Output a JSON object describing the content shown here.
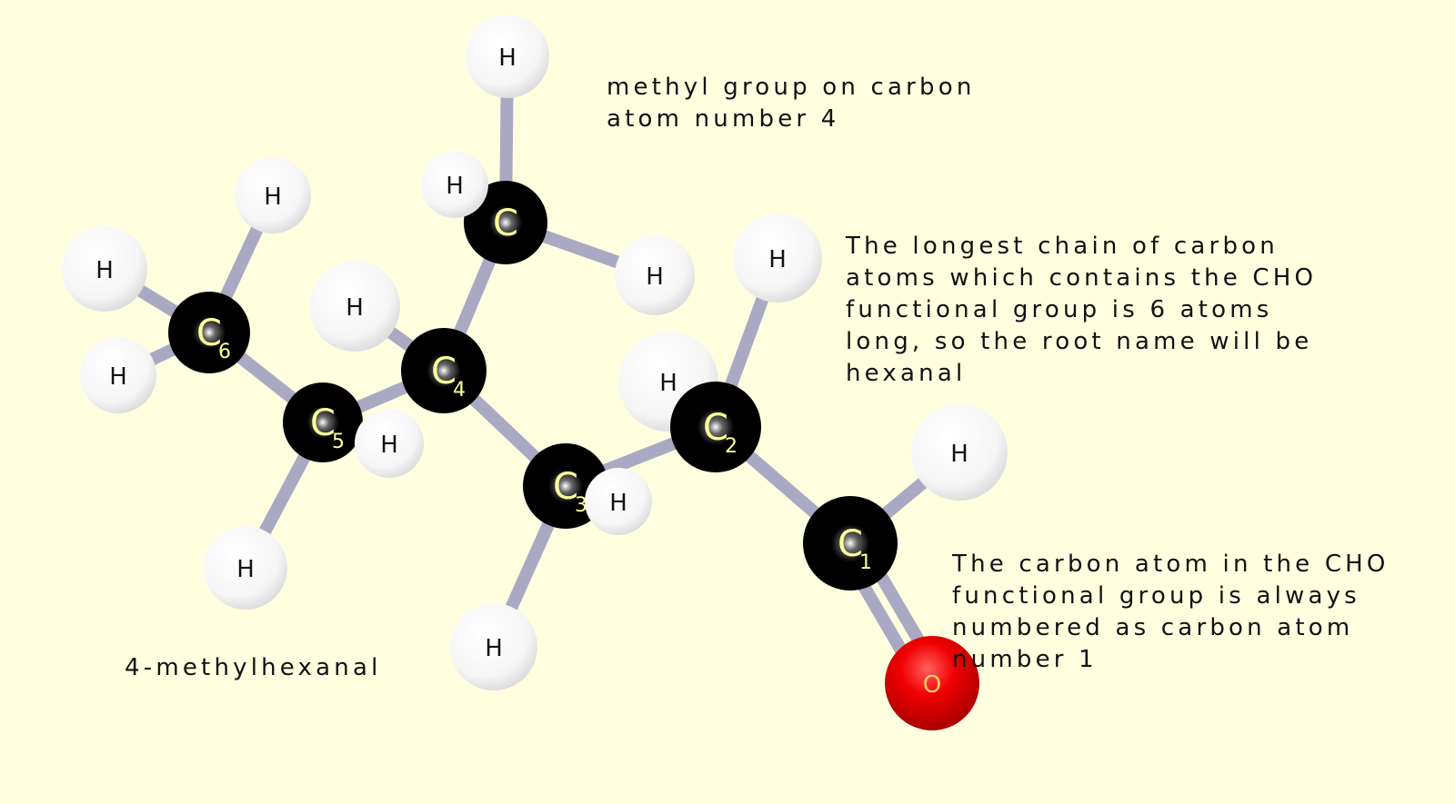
{
  "colors": {
    "background": "#ffffe0",
    "carbon": "#000000",
    "hydrogen": "#ffffff",
    "oxygen": "#e00000",
    "bond": "#a9a9c4",
    "carbon_label": "#ffff99"
  },
  "atoms": [
    {
      "element": "H",
      "index": ""
    },
    {
      "element": "C",
      "index": ""
    },
    {
      "element": "H",
      "index": ""
    },
    {
      "element": "H",
      "index": ""
    },
    {
      "element": "H",
      "index": ""
    },
    {
      "element": "H",
      "index": ""
    },
    {
      "element": "C",
      "index": "6"
    },
    {
      "element": "H",
      "index": ""
    },
    {
      "element": "H",
      "index": ""
    },
    {
      "element": "C",
      "index": "4"
    },
    {
      "element": "C",
      "index": "5"
    },
    {
      "element": "H",
      "index": ""
    },
    {
      "element": "C",
      "index": "3"
    },
    {
      "element": "H",
      "index": ""
    },
    {
      "element": "H",
      "index": ""
    },
    {
      "element": "H",
      "index": ""
    },
    {
      "element": "H",
      "index": ""
    },
    {
      "element": "H",
      "index": ""
    },
    {
      "element": "C",
      "index": "2"
    },
    {
      "element": "H",
      "index": ""
    },
    {
      "element": "C",
      "index": "1"
    },
    {
      "element": "O",
      "index": ""
    }
  ],
  "annotations": {
    "methyl": "methyl group on carbon\natom number 4",
    "chain": "The longest chain of carbon\natoms which contains the CHO\nfunctional group is 6 atoms\nlong, so the root name will be\nhexanal",
    "cho": "The carbon atom in the CHO\nfunctional group is always\nnumbered as carbon atom\nnumber 1",
    "name": "4-methylhexanal"
  }
}
